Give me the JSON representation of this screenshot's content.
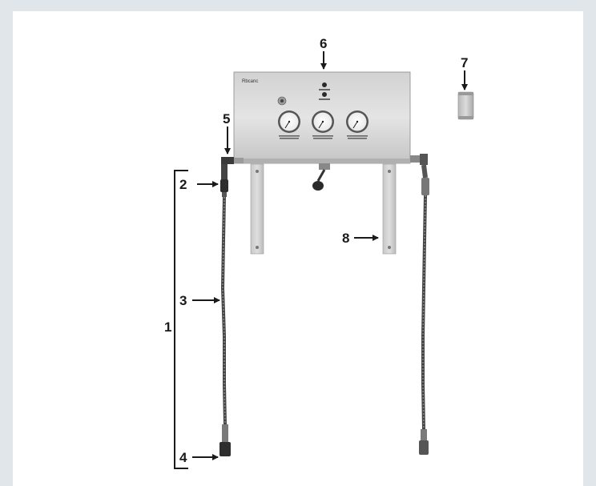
{
  "figure": {
    "callouts": [
      {
        "id": "1",
        "label": "1"
      },
      {
        "id": "2",
        "label": "2"
      },
      {
        "id": "3",
        "label": "3"
      },
      {
        "id": "4",
        "label": "4"
      },
      {
        "id": "5",
        "label": "5"
      },
      {
        "id": "6",
        "label": "6"
      },
      {
        "id": "7",
        "label": "7"
      },
      {
        "id": "8",
        "label": "8"
      }
    ],
    "panel": {
      "brand": "Rbcanc",
      "gauges": [
        {
          "name": "gauge-left"
        },
        {
          "name": "gauge-center"
        },
        {
          "name": "gauge-right"
        }
      ]
    }
  }
}
